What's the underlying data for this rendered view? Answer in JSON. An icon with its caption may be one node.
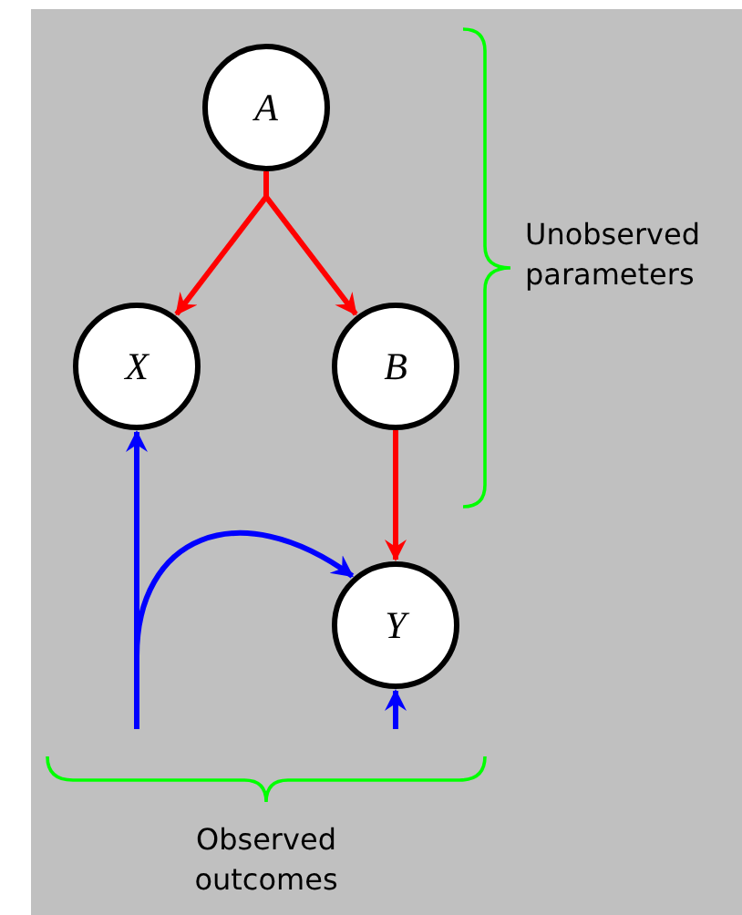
{
  "diagram": {
    "nodes": [
      {
        "text": [
          "A"
        ]
      },
      {
        "text": [
          "X"
        ]
      },
      {
        "text": [
          "B"
        ]
      },
      {
        "text": [
          "Y"
        ]
      }
    ],
    "edges": [
      {
        "from": 0,
        "to": 1,
        "arrow": "to",
        "color": "#ff0000"
      },
      {
        "from": 0,
        "to": 2,
        "arrow": "to",
        "color": "#ff0000"
      },
      {
        "from": 2,
        "to": 3,
        "arrow": "to",
        "color": "#ff0000"
      },
      {
        "from": null,
        "to": 1,
        "arrow": "to",
        "color": "#0000ff"
      },
      {
        "from": null,
        "to": 3,
        "arrow": "to",
        "color": "#0000ff"
      },
      {
        "from": null,
        "to": 3,
        "arrow": "to",
        "color": "#0000ff"
      }
    ],
    "labels": [
      "Unobserved parameters",
      "Observed outcomes"
    ]
  }
}
